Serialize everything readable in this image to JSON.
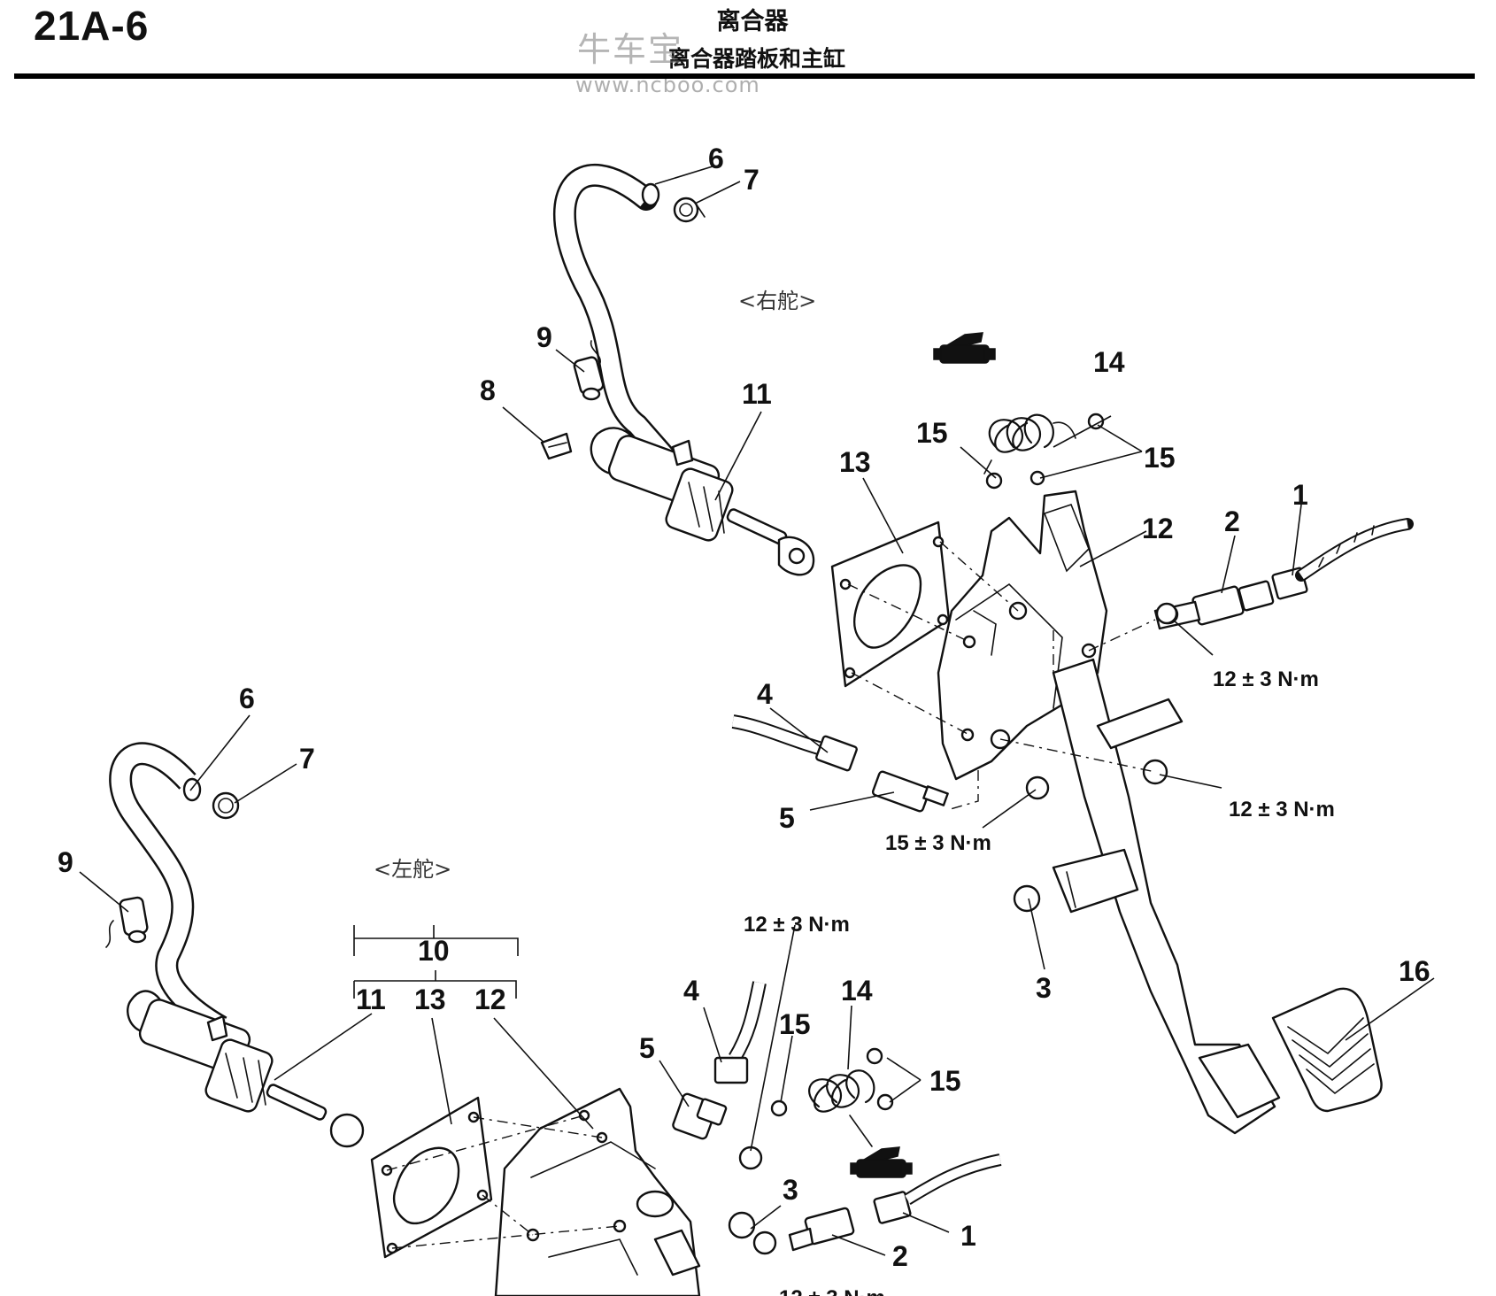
{
  "header": {
    "page_number": "21A-6",
    "title": "离合器",
    "subtitle": "离合器踏板和主缸",
    "watermark_cn": "牛车宝",
    "watermark_url": "www.ncboo.com"
  },
  "variants": {
    "right_hand_drive": "<右舵>",
    "left_hand_drive": "<左舵>"
  },
  "callouts": {
    "c1": "1",
    "c2": "2",
    "c3": "3",
    "c4": "4",
    "c5": "5",
    "c6": "6",
    "c7": "7",
    "c8": "8",
    "c9": "9",
    "c10": "10",
    "c11": "11",
    "c12": "12",
    "c13": "13",
    "c14": "14",
    "c15": "15",
    "c16": "16"
  },
  "torques": {
    "t12": "12 ± 3 N·m",
    "t15": "15 ± 3 N·m",
    "t12_partial": "12 ± 3 N·m"
  }
}
